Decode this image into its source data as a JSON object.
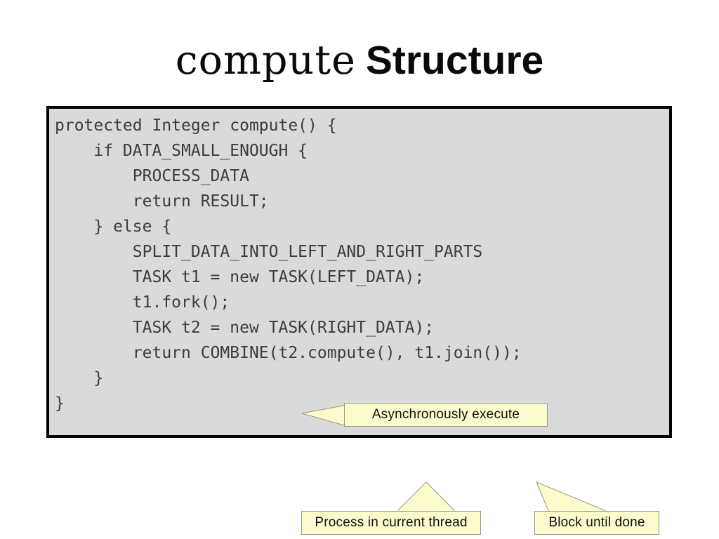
{
  "slide": {
    "title": {
      "mono_part": "compute",
      "sans_part": "Structure"
    },
    "colors": {
      "panel_background": "#dadada",
      "panel_border": "#000000",
      "code_text": "#3c3c3c",
      "callout_fill": "#fbfbcd",
      "callout_border": "#9a9a86",
      "title_text": "#0a0a0a",
      "slide_background": "#ffffff"
    }
  },
  "code_panel": {
    "language": "java",
    "lines": [
      "protected Integer compute() {",
      "    if DATA_SMALL_ENOUGH {",
      "        PROCESS_DATA",
      "        return RESULT;",
      "    } else {",
      "        SPLIT_DATA_INTO_LEFT_AND_RIGHT_PARTS",
      "        TASK t1 = new TASK(LEFT_DATA);",
      "        t1.fork();",
      "        TASK t2 = new TASK(RIGHT_DATA);",
      "        return COMBINE(t2.compute(), t1.join());",
      "    }",
      "}"
    ]
  },
  "callouts": [
    {
      "id": "asynchronously-execute",
      "label": "Asynchronously execute",
      "points_at": "t1.fork();",
      "tail_direction": "left"
    },
    {
      "id": "process-in-current-thread",
      "label": "Process in current thread",
      "points_at": "t2.compute()",
      "tail_direction": "up"
    },
    {
      "id": "block-until-done",
      "label": "Block until done",
      "points_at": "t1.join()",
      "tail_direction": "up-left"
    }
  ]
}
